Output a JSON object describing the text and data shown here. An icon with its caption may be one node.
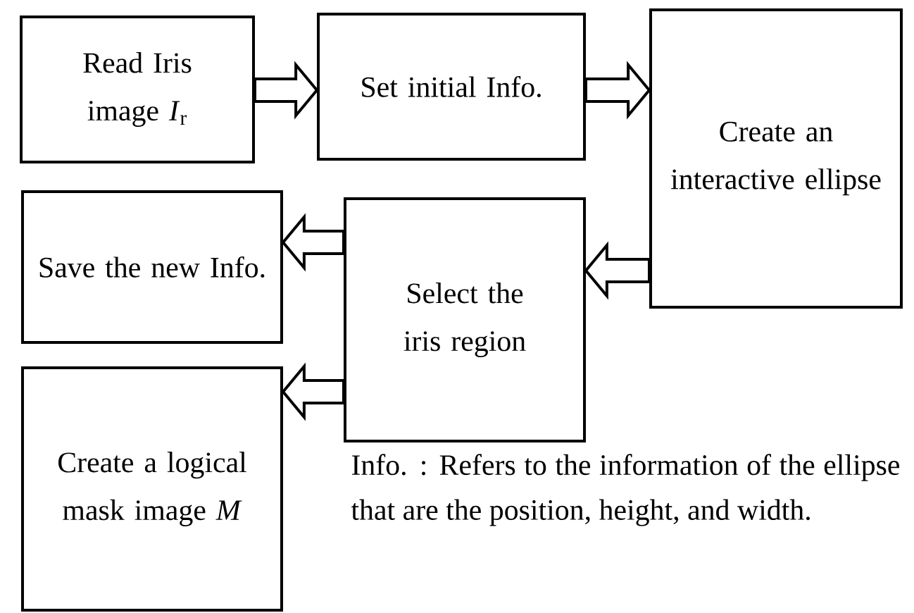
{
  "diagram": {
    "nodes": [
      {
        "text": [
          "Read Iris image *I*$_{r}$"
        ]
      },
      {
        "text": [
          "Set initial Info."
        ]
      },
      {
        "text": [
          "Create an interactive ellipse"
        ]
      },
      {
        "text": [
          "Select the iris region"
        ]
      },
      {
        "text": [
          "Save the new Info."
        ]
      },
      {
        "text": [
          "Create a logical mask image *M*"
        ]
      }
    ],
    "edges": [
      {
        "from": 0,
        "to": 1,
        "arrow": "to"
      },
      {
        "from": 1,
        "to": 2,
        "arrow": "to"
      },
      {
        "from": 2,
        "to": 3,
        "arrow": "to"
      },
      {
        "from": 3,
        "to": 4,
        "arrow": "to"
      },
      {
        "from": 3,
        "to": 5,
        "arrow": "to"
      }
    ],
    "labels": [
      "Info. : Refers to the information of the ellipse that are the position, height, and width."
    ]
  }
}
